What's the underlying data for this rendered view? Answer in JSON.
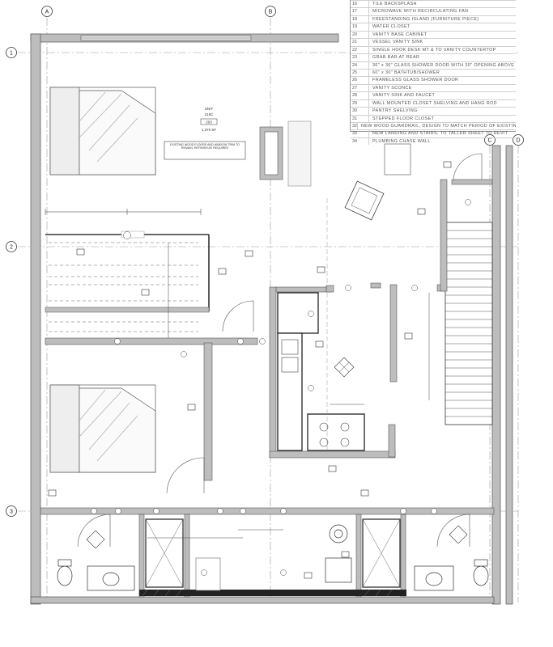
{
  "grid_labels": {
    "columns": [
      "A",
      "B",
      "C",
      "D"
    ],
    "rows": [
      "1",
      "2",
      "3"
    ]
  },
  "legend": {
    "rows": [
      {
        "num": "16",
        "text": "TILE BACKSPLASH"
      },
      {
        "num": "17",
        "text": "MICROWAVE WITH RECIRCULATING FAN"
      },
      {
        "num": "18",
        "text": "FREESTANDING ISLAND (FURNITURE PIECE)"
      },
      {
        "num": "19",
        "text": "WATER CLOSET"
      },
      {
        "num": "20",
        "text": "VANITY BASE CABINET"
      },
      {
        "num": "21",
        "text": "VESSEL VANITY SINK"
      },
      {
        "num": "22",
        "text": "SINGLE HOOK DESK MT & TO VANITY COUNTERTOP"
      },
      {
        "num": "23",
        "text": "GRAB BAR AT REAR"
      },
      {
        "num": "24",
        "text": "36\" x 36\" GLASS SHOWER DOOR WITH 30\" OPENING ABOVE"
      },
      {
        "num": "25",
        "text": "60\" x 30\" BATHTUB/SHOWER"
      },
      {
        "num": "26",
        "text": "FRAMELESS GLASS SHOWER DOOR"
      },
      {
        "num": "27",
        "text": "VANITY SCONCE"
      },
      {
        "num": "28",
        "text": "VANITY SINK AND FAUCET"
      },
      {
        "num": "29",
        "text": "WALL MOUNTED CLOSET SHELVING AND HANG ROD"
      },
      {
        "num": "30",
        "text": "PANTRY SHELVING"
      },
      {
        "num": "31",
        "text": "STEPPED FLOOR CLOSET"
      },
      {
        "num": "32",
        "text": "NEW WOOD GUARDRAIL, DESIGN TO MATCH PERIOD OF EXISTING WOOD WORK"
      },
      {
        "num": "33",
        "text": "NEW LANDING AND STAIRS, TO TALLER SHEET TO REVIT"
      },
      {
        "num": "34",
        "text": "PLUMBING CHASE WALL"
      }
    ]
  },
  "room_tag": {
    "name": "UNIT",
    "code": "215C",
    "number": "203",
    "area": "1,370 SF"
  },
  "note": "EXISTING WOOD FLOORS AND WINDOW TRIM TO REMAIN, REFINISH AS REQUIRED"
}
